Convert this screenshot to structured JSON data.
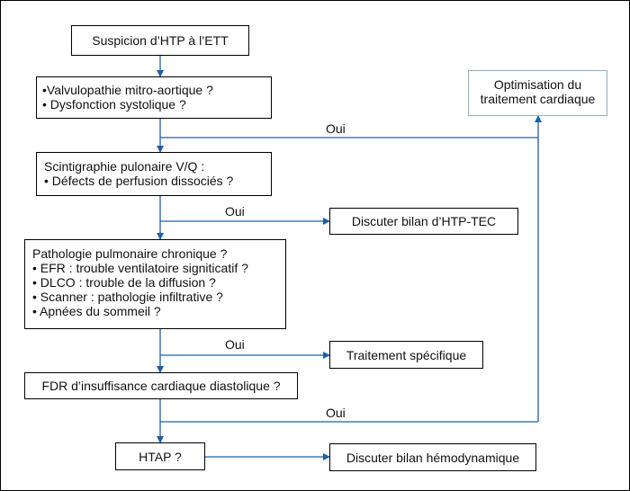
{
  "diagram": {
    "start": "Suspicion d’HTP à l’ETT",
    "q1": [
      "•Valvulopathie mitro-aortique ?",
      "• Dysfonction systolique ?"
    ],
    "q2": [
      "Scintigraphie pulonaire V/Q :",
      "• Défects de perfusion dissociés ?"
    ],
    "q3": [
      "Pathologie pulmonaire chronique ?",
      "• EFR : trouble ventilatoire signiticatif ?",
      "• DLCO : trouble de la diffusion ?",
      "• Scanner : pathologie infiltrative ?",
      "• Apnées du sommeil ?"
    ],
    "q4": "FDR d’insuffisance cardiaque diastolique ?",
    "q5": "HTAP ?",
    "outcome_cardiac": [
      "Optimisation du",
      "traitement cardiaque"
    ],
    "outcome_tec": "Discuter bilan d’HTP-TEC",
    "outcome_specific": "Traitement spécifique",
    "outcome_hemo": "Discuter bilan hémodynamique",
    "yes_label": "Oui"
  },
  "colors": {
    "arrow": "#1f5fa8",
    "box_border": "#000000",
    "outcome_border_light": "#8fb2c8"
  }
}
